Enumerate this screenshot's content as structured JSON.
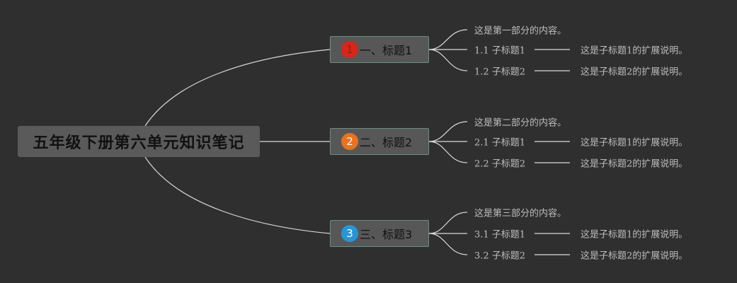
{
  "root": {
    "label": "五年级下册第六单元知识笔记"
  },
  "topics": [
    {
      "number": "1",
      "label": "一、标题1",
      "badge_color": "#d8261a",
      "content": "这是第一部分的内容。",
      "sub1": {
        "label": "1.1 子标题1",
        "note": "这是子标题1的扩展说明。"
      },
      "sub2": {
        "label": "1.2 子标题2",
        "note": "这是子标题2的扩展说明。"
      }
    },
    {
      "number": "2",
      "label": "二、标题2",
      "badge_color": "#e8731c",
      "content": "这是第二部分的内容。",
      "sub1": {
        "label": "2.1 子标题1",
        "note": "这是子标题1的扩展说明。"
      },
      "sub2": {
        "label": "2.2 子标题2",
        "note": "这是子标题2的扩展说明。"
      }
    },
    {
      "number": "3",
      "label": "三、标题3",
      "badge_color": "#2696d8",
      "content": "这是第三部分的内容。",
      "sub1": {
        "label": "3.1 子标题1",
        "note": "这是子标题1的扩展说明。"
      },
      "sub2": {
        "label": "3.2 子标题2",
        "note": "这是子标题2的扩展说明。"
      }
    }
  ]
}
